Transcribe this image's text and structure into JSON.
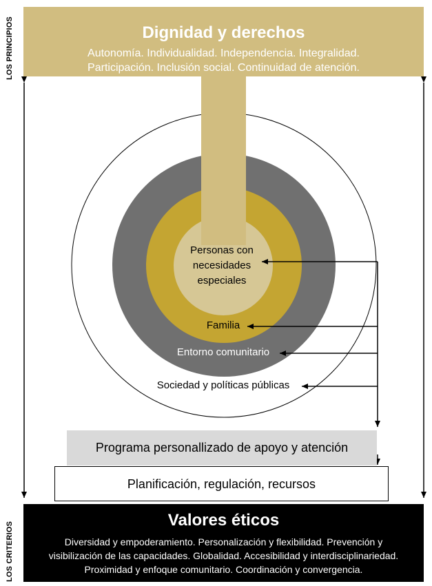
{
  "side_labels": {
    "principles": "LOS PRINCIPIOS",
    "criteria": "LOS CRITERIOS"
  },
  "principles": {
    "title": "Dignidad y derechos",
    "line1": "Autonomía. Individualidad. Independencia. Integralidad.",
    "line2": "Participación. Inclusión social. Continuidad de atención."
  },
  "circles": {
    "core": [
      "Personas con",
      "necesidades",
      "especiales"
    ],
    "family": "Familia",
    "community": "Entorno comunitario",
    "society": "Sociedad y políticas públicas"
  },
  "program": "Programa personallizado de apoyo y atención",
  "planning": "Planificación, regulación, recursos",
  "values": {
    "title": "Valores éticos",
    "line1": "Diversidad y empoderamiento. Personalización y flexibilidad. Prevención y",
    "line2": "visibilización de las capacidades. Globalidad. Accesibilidad y interdisciplinariedad.",
    "line3": "Proximidad y enfoque comunitario. Coordinación y convergencia."
  },
  "colors": {
    "gold_light": "#d1bd80",
    "gold": "#c4a532",
    "core_fill": "#d6c795",
    "gray_ring": "#707070",
    "program_fill": "#d9d9d9",
    "values_fill": "#000000"
  }
}
